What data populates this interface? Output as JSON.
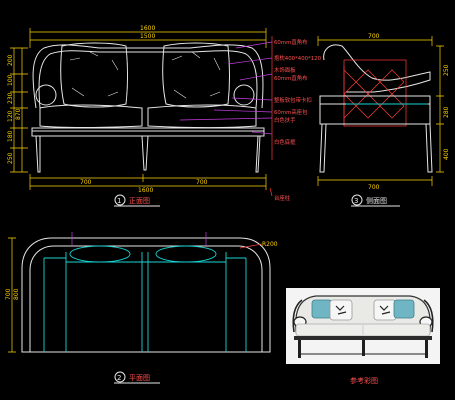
{
  "front_view": {
    "title": "正面图",
    "index": "1",
    "dims_top": [
      "1600",
      "1500"
    ],
    "dims_bottom": [
      "700",
      "1600",
      "700"
    ],
    "dims_left": [
      "200",
      "100",
      "230",
      "120",
      "180",
      "250",
      "870"
    ],
    "notes": [
      "60mm直角布",
      "抱枕400*400*120",
      "木饰面板",
      "60mm直角布",
      "整板软包带卡扣",
      "60mm高座包",
      "白色扶手",
      "白色底框",
      "台座柱"
    ]
  },
  "side_view": {
    "title": "侧面图",
    "index": "3",
    "dims_top": [
      "700"
    ],
    "dims_bottom": [
      "700"
    ],
    "dims_right": [
      "250",
      "280",
      "400"
    ]
  },
  "plan_view": {
    "title": "平面图",
    "index": "2",
    "dims_left": [
      "700",
      "800"
    ],
    "dims_corner": "R200"
  },
  "reference": {
    "caption": "参考彩图"
  },
  "colors": {
    "line": "#e6e6e6",
    "dimension": "#ffd400",
    "annotation": "#ff3b3b",
    "plan_highlight": "#19d3d3",
    "leader": "#c43ee0",
    "background": "#000000"
  }
}
